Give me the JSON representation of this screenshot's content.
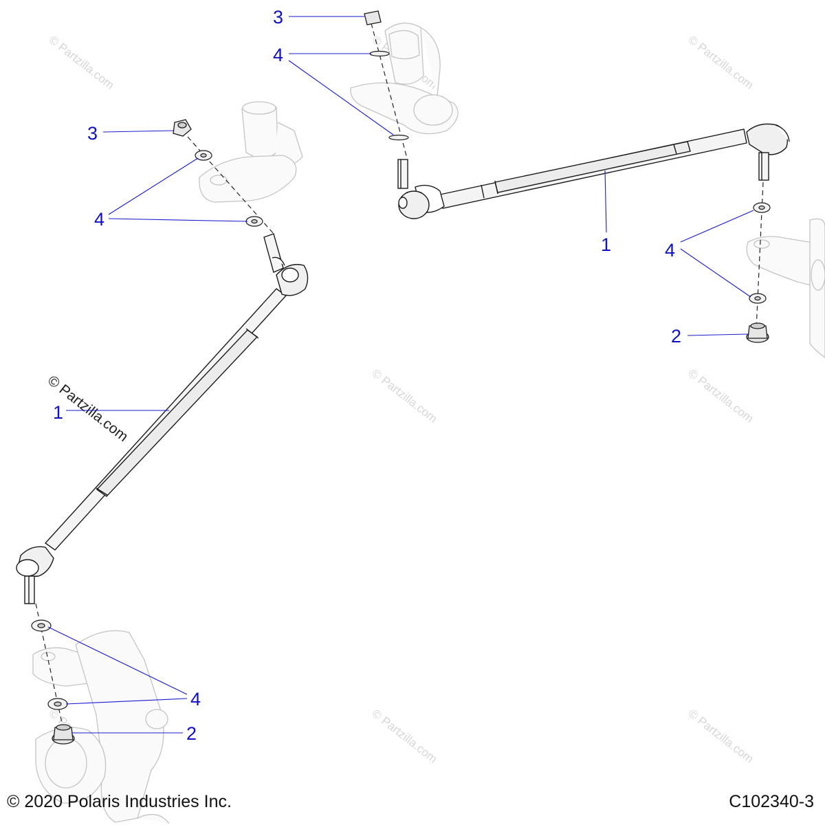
{
  "callouts": {
    "c1a": "1",
    "c1b": "1",
    "c2a": "2",
    "c2b": "2",
    "c3a": "3",
    "c3b": "3",
    "c4a": "4",
    "c4b": "4",
    "c4c": "4",
    "c4d": "4"
  },
  "watermark": {
    "text": "© Partzilla.com",
    "prominent": "© Partzilla.com"
  },
  "footer": {
    "copyright": "© 2020 Polaris Industries Inc.",
    "figure_code": "C102340-3"
  },
  "colors": {
    "callout_blue": "#1010c8",
    "part_line": "#1a1a1a",
    "ghost_part": "#c8c8c8"
  }
}
